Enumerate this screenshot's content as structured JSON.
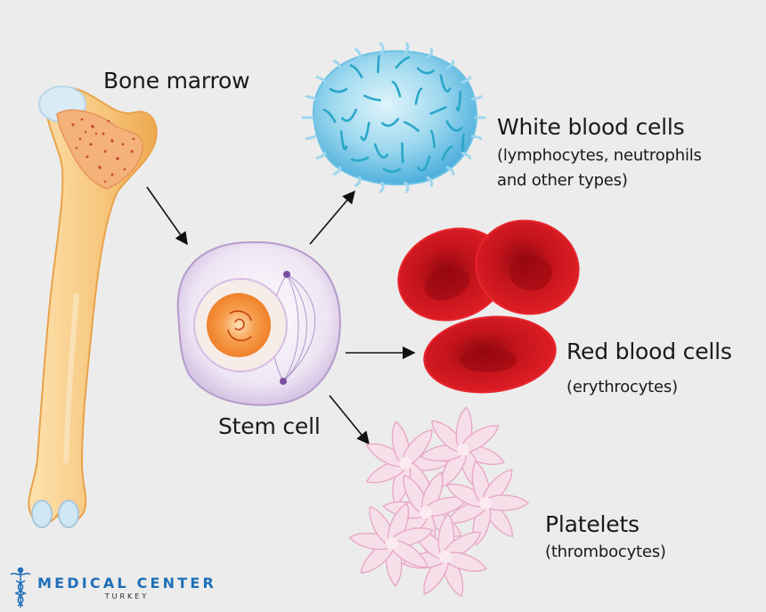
{
  "labels": {
    "bone_marrow": "Bone marrow",
    "stem_cell": "Stem cell",
    "white_title": "White blood cells",
    "white_sub1": "(lymphocytes, neutrophils",
    "white_sub2": "and other types)",
    "red_title": "Red blood cells",
    "red_sub": "(erythrocytes)",
    "platelets_title": "Platelets",
    "platelets_sub": "(thrombocytes)"
  },
  "logo": {
    "name": "MEDICAL CENTER",
    "sub": "TURKEY",
    "icon": "caduceus-icon",
    "color": "#1f6fb8"
  },
  "colors": {
    "background": "#ececec",
    "bone": "#f6c47a",
    "marrow": "#f0a36a",
    "white_cell": "#8fd3ec",
    "red_cell": "#c8141d",
    "stem_cell": "#ece3f3",
    "nucleus": "#f28a2a",
    "platelet": "#f6dbe8"
  }
}
